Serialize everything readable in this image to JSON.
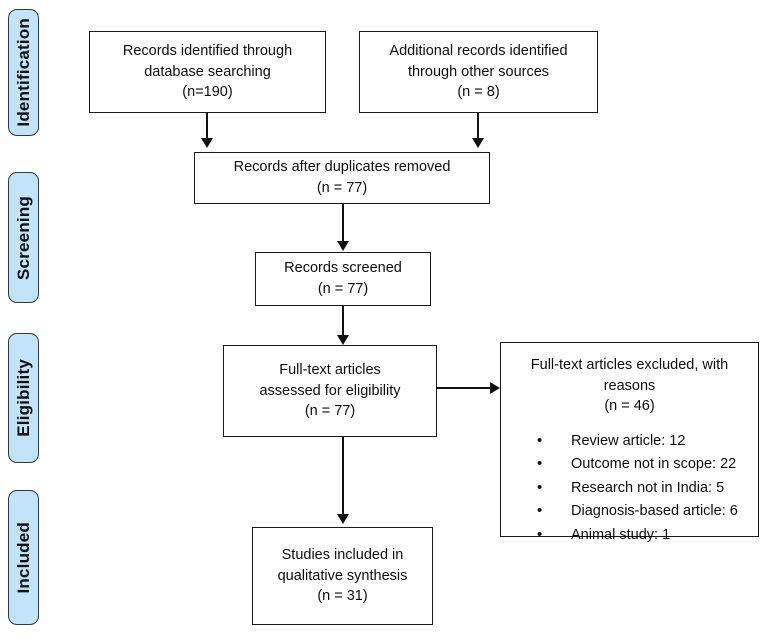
{
  "diagram": {
    "title": "PRISMA flow diagram",
    "accent_color": "#c3e4f8",
    "border_color": "#2b3a4a",
    "line_color": "#111111",
    "background_color": "#ffffff"
  },
  "stages": [
    {
      "label": "Identification"
    },
    {
      "label": "Screening"
    },
    {
      "label": "Eligibility"
    },
    {
      "label": "Included"
    }
  ],
  "boxes": {
    "database_search": {
      "lines": [
        "Records identified through",
        "database searching",
        "(n=190)"
      ]
    },
    "other_sources": {
      "lines": [
        "Additional records identified",
        "through other sources",
        "(n = 8)"
      ]
    },
    "duplicates_removed": {
      "lines": [
        "Records after duplicates removed",
        "(n = 77)"
      ]
    },
    "records_screened": {
      "lines": [
        "Records screened",
        "(n = 77)"
      ]
    },
    "full_text_assessed": {
      "lines": [
        "Full-text articles",
        "assessed for eligibility",
        "(n = 77)"
      ]
    },
    "full_text_excluded": {
      "heading_lines": [
        "Full-text articles excluded, with",
        "reasons",
        "(n = 46)"
      ],
      "reasons": [
        "Review article: 12",
        "Outcome not in scope: 22",
        "Research not in India: 5",
        "Diagnosis-based article: 6",
        "Animal study: 1"
      ]
    },
    "studies_included": {
      "lines": [
        "Studies included in",
        "qualitative synthesis",
        "(n = 31)"
      ]
    }
  }
}
